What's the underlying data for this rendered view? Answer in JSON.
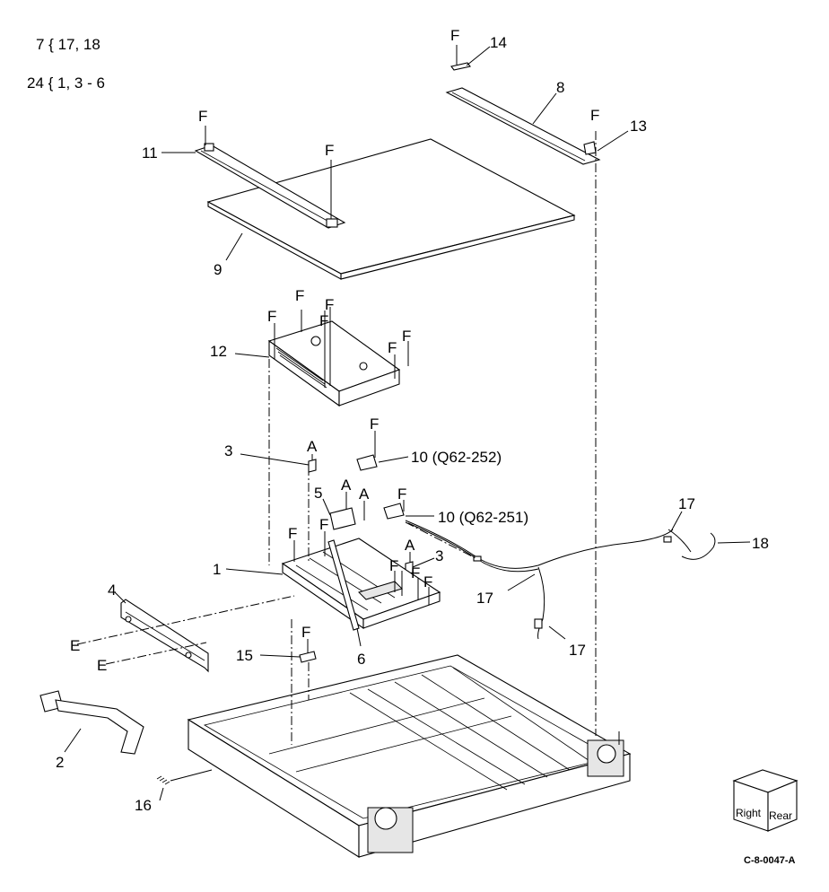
{
  "references": [
    {
      "text": "7 { 17, 18"
    },
    {
      "text": "24 { 1, 3 - 6"
    }
  ],
  "callouts": {
    "c1": "1",
    "c2": "2",
    "c3a": "3",
    "c3b": "3",
    "c4": "4",
    "c5": "5",
    "c6": "6",
    "c8": "8",
    "c9": "9",
    "c10a": "10 (Q62-252)",
    "c10b": "10 (Q62-251)",
    "c11": "11",
    "c12": "12",
    "c13": "13",
    "c14": "14",
    "c15": "15",
    "c16": "16",
    "c17a": "17",
    "c17b": "17",
    "c17c": "17",
    "c18": "18"
  },
  "letters": {
    "F": "F",
    "A": "A",
    "E": "E"
  },
  "orientation": {
    "right": "Right",
    "rear": "Rear"
  },
  "figure_code": "C-8-0047-A"
}
